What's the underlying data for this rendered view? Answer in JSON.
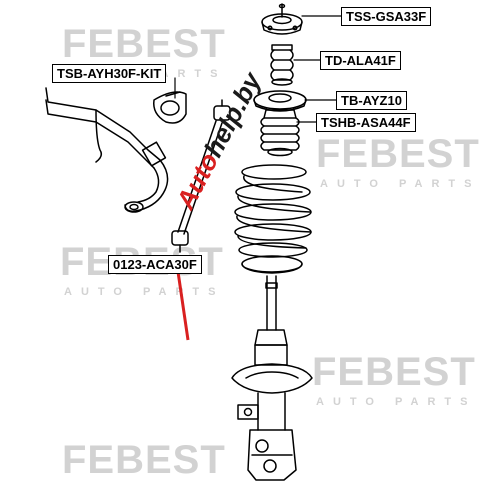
{
  "watermark": {
    "brand": "FEBEST",
    "subtext": "AUTO PARTS"
  },
  "autohelp_logo": {
    "text_a": "Auto",
    "text_b": "help.by",
    "accent_color": "#d92020",
    "text_color": "#1a1a1a"
  },
  "part_labels": [
    {
      "id": "tss",
      "text": "TSS-GSA33F"
    },
    {
      "id": "td",
      "text": "TD-ALA41F"
    },
    {
      "id": "tsb",
      "text": "TSB-AYH30F-KIT"
    },
    {
      "id": "tb",
      "text": "TB-AYZ10"
    },
    {
      "id": "tshb",
      "text": "TSHB-ASA44F"
    },
    {
      "id": "link",
      "text": "0123-ACA30F"
    }
  ]
}
